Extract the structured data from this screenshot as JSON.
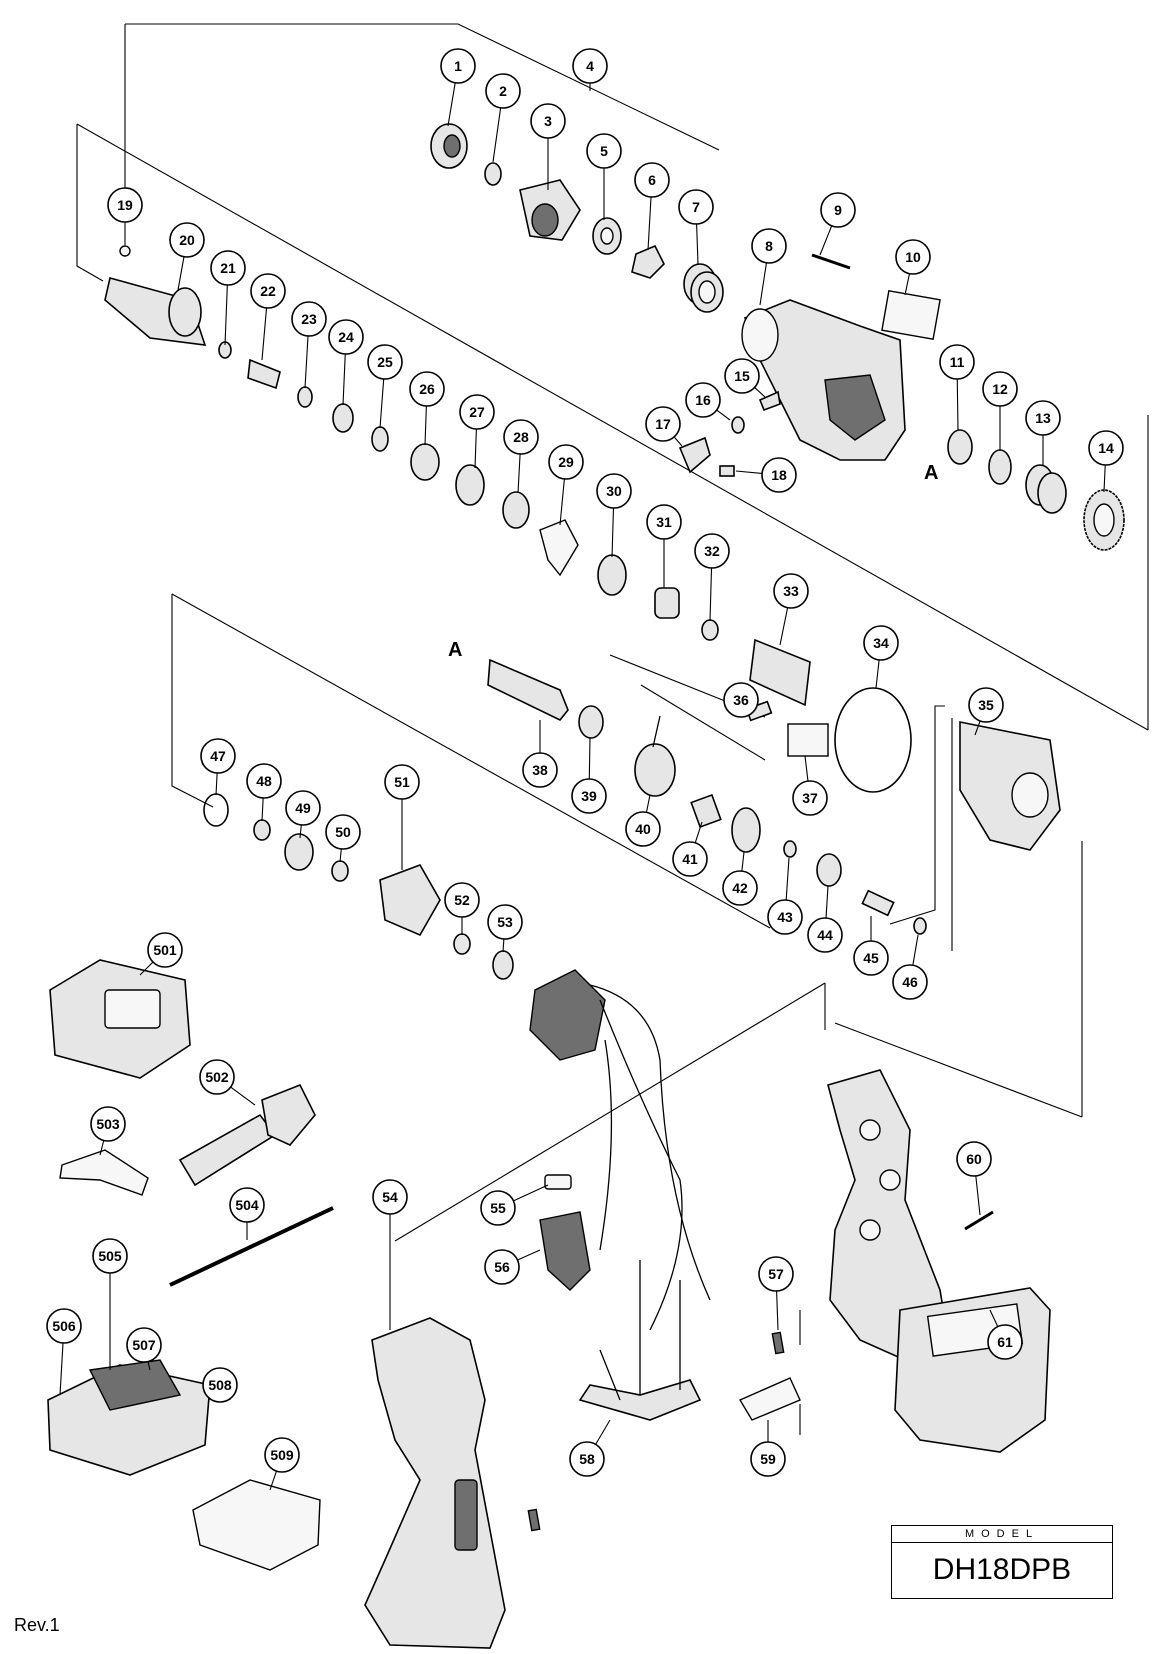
{
  "model_caption": "MODEL",
  "model_name": "DH18DPB",
  "revision": "Rev.1",
  "reference_mark": "A",
  "part_numbers": [
    "1",
    "2",
    "3",
    "4",
    "5",
    "6",
    "7",
    "8",
    "9",
    "10",
    "11",
    "12",
    "13",
    "14",
    "15",
    "16",
    "17",
    "18",
    "19",
    "20",
    "21",
    "22",
    "23",
    "24",
    "25",
    "26",
    "27",
    "28",
    "29",
    "30",
    "31",
    "32",
    "33",
    "34",
    "35",
    "36",
    "37",
    "38",
    "39",
    "40",
    "41",
    "42",
    "43",
    "44",
    "45",
    "46",
    "47",
    "48",
    "49",
    "50",
    "51",
    "52",
    "53",
    "54",
    "55",
    "56",
    "57",
    "58",
    "59",
    "60",
    "61",
    "501",
    "502",
    "503",
    "504",
    "505",
    "506",
    "507",
    "508",
    "509"
  ]
}
